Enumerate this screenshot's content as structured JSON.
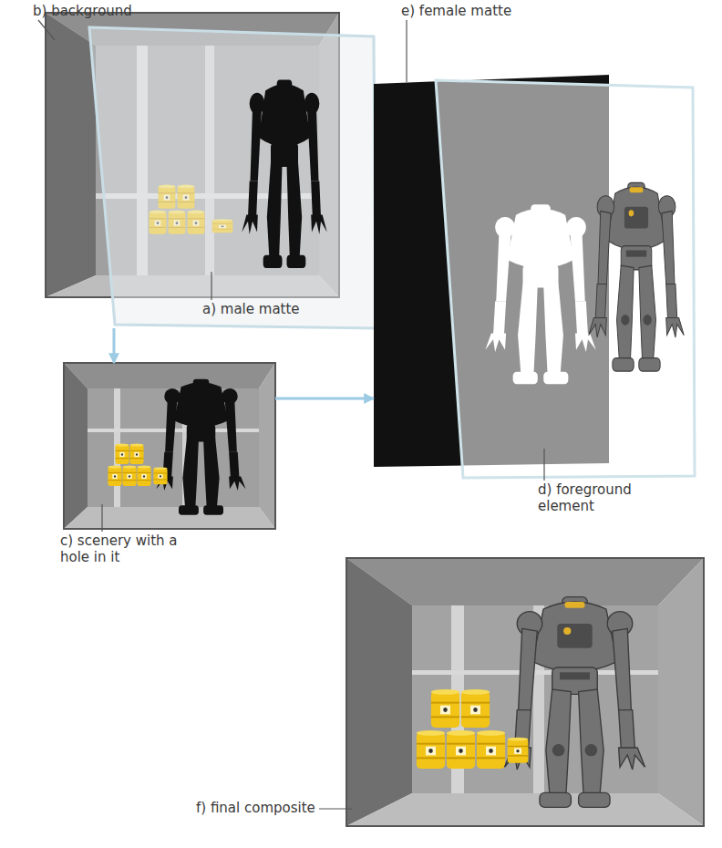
{
  "diagram": {
    "nodes": [
      {
        "text": [
          "b) background"
        ]
      },
      {
        "text": [
          "a) male matte"
        ]
      },
      {
        "text": [
          "e) female matte"
        ]
      },
      {
        "text": [
          "d) foreground element"
        ]
      },
      {
        "text": [
          "c) scenery with a hole in it"
        ]
      },
      {
        "text": [
          "f) final composite"
        ]
      }
    ],
    "edges": [
      {
        "from": 1,
        "to": 4,
        "arrow": "to"
      },
      {
        "from": 4,
        "to": 2,
        "arrow": "to"
      }
    ]
  }
}
